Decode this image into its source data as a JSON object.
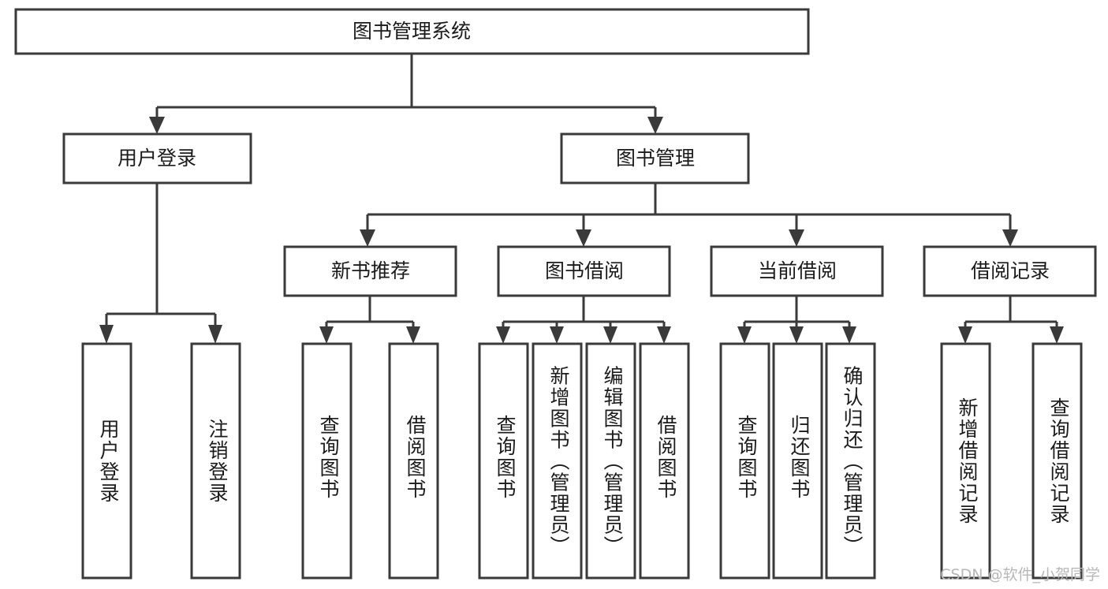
{
  "diagram": {
    "title": "图书管理系统",
    "type": "tree-hierarchy-chart",
    "colors": {
      "box_stroke": "#3a3a3a",
      "box_fill": "#ffffff",
      "text": "#1b1b1b",
      "background": "#ffffff",
      "watermark": "#b7b7b7"
    },
    "root": {
      "label": "图书管理系统"
    },
    "level2": [
      {
        "label": "用户登录"
      },
      {
        "label": "图书管理"
      }
    ],
    "level3": [
      {
        "label": "新书推荐"
      },
      {
        "label": "图书借阅"
      },
      {
        "label": "当前借阅"
      },
      {
        "label": "借阅记录"
      }
    ],
    "leaves": {
      "user_login": [
        {
          "label": "用户登录"
        },
        {
          "label": "注销登录"
        }
      ],
      "new_book_recommend": [
        {
          "label": "查询图书"
        },
        {
          "label": "借阅图书"
        }
      ],
      "book_borrow": [
        {
          "label": "查询图书"
        },
        {
          "label": "新增图书（管理员）"
        },
        {
          "label": "编辑图书（管理员）"
        },
        {
          "label": "借阅图书"
        }
      ],
      "current_borrow": [
        {
          "label": "查询图书"
        },
        {
          "label": "归还图书"
        },
        {
          "label": "确认归还（管理员）"
        }
      ],
      "borrow_record": [
        {
          "label": "新增借阅记录"
        },
        {
          "label": "查询借阅记录"
        }
      ]
    }
  },
  "watermark": {
    "text": "CSDN @软件_小贺同学"
  }
}
